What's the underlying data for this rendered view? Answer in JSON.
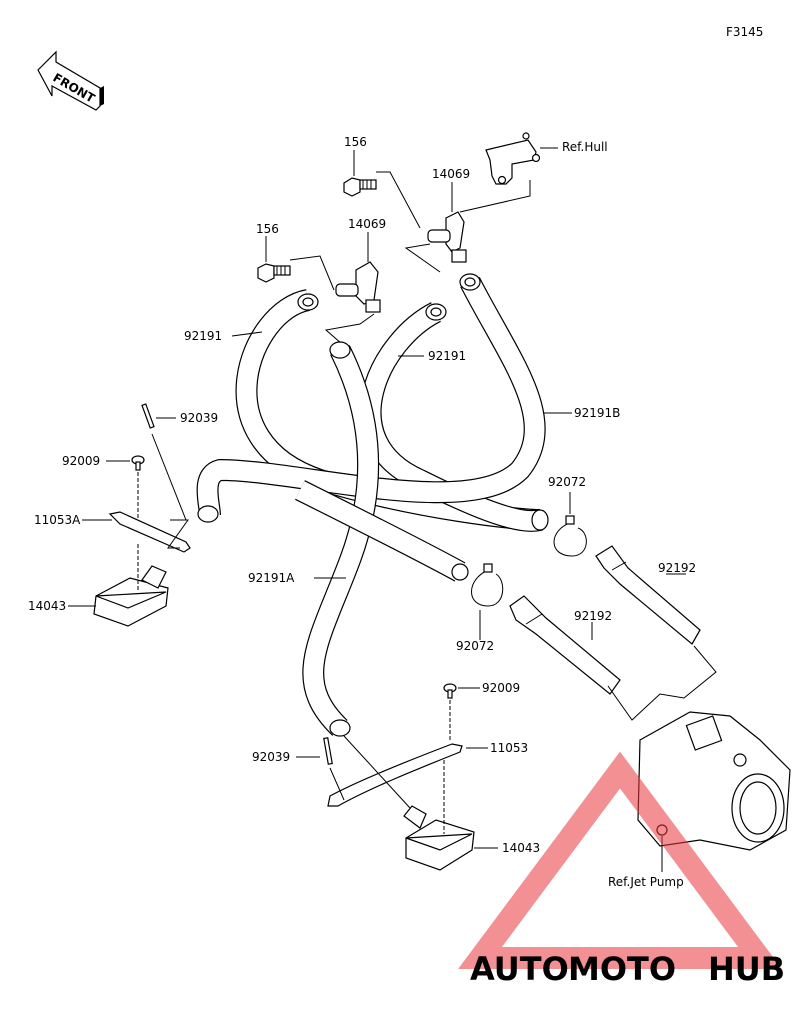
{
  "figure_code": "F3145",
  "front_label": "FRONT",
  "references": {
    "hull": "Ref.Hull",
    "jet_pump": "Ref.Jet Pump"
  },
  "callouts": {
    "bolt_top": "156",
    "bolt_mid": "156",
    "clip_top": "14069",
    "clip_mid": "14069",
    "hose_left": "92191",
    "hose_mid": "92191",
    "hose_b": "92191B",
    "hose_a": "92191A",
    "screw_left": "92009",
    "screw_right": "92009",
    "rivet_left": "92039",
    "rivet_right": "92039",
    "bracket_left": "11053A",
    "bracket_right": "11053",
    "filter_left": "14043",
    "filter_right": "14043",
    "clamp_upper": "92072",
    "clamp_lower": "92072",
    "pipe_right": "92192",
    "pipe_left": "92192"
  },
  "watermark": {
    "part1": "AUTO",
    "part2": "MOTO",
    "part3": "HUB",
    "color1": "#f6a623",
    "color2": "#e8353a",
    "color3": "#4a4a4a"
  }
}
